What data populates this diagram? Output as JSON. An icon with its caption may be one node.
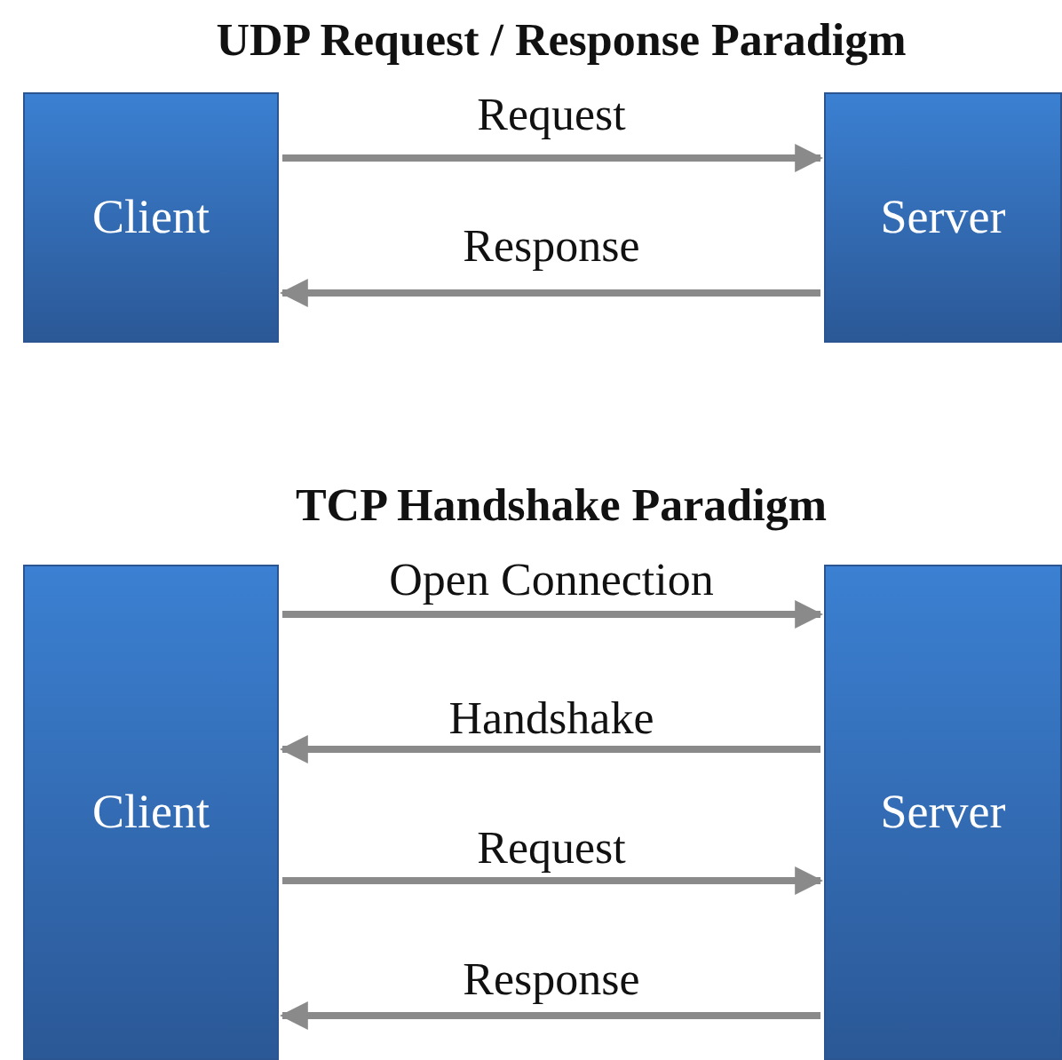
{
  "diagram": {
    "nodes": [
      {
        "text": [
          "Client"
        ]
      },
      {
        "text": [
          "Server"
        ]
      },
      {
        "text": [
          "Client"
        ]
      },
      {
        "text": [
          "Server"
        ]
      }
    ],
    "edges": [
      {
        "from": 0,
        "to": 1,
        "arrow": "to",
        "label": "Request"
      },
      {
        "from": 1,
        "to": 0,
        "arrow": "to",
        "label": "Response"
      },
      {
        "from": 2,
        "to": 3,
        "arrow": "to",
        "label": "Open Connection"
      },
      {
        "from": 3,
        "to": 2,
        "arrow": "to",
        "label": "Handshake"
      },
      {
        "from": 2,
        "to": 3,
        "arrow": "to",
        "label": "Request"
      },
      {
        "from": 3,
        "to": 2,
        "arrow": "to",
        "label": "Response"
      }
    ],
    "labels": [
      "UDP Request / Response Paradigm",
      "TCP Handshake Paradigm"
    ]
  }
}
